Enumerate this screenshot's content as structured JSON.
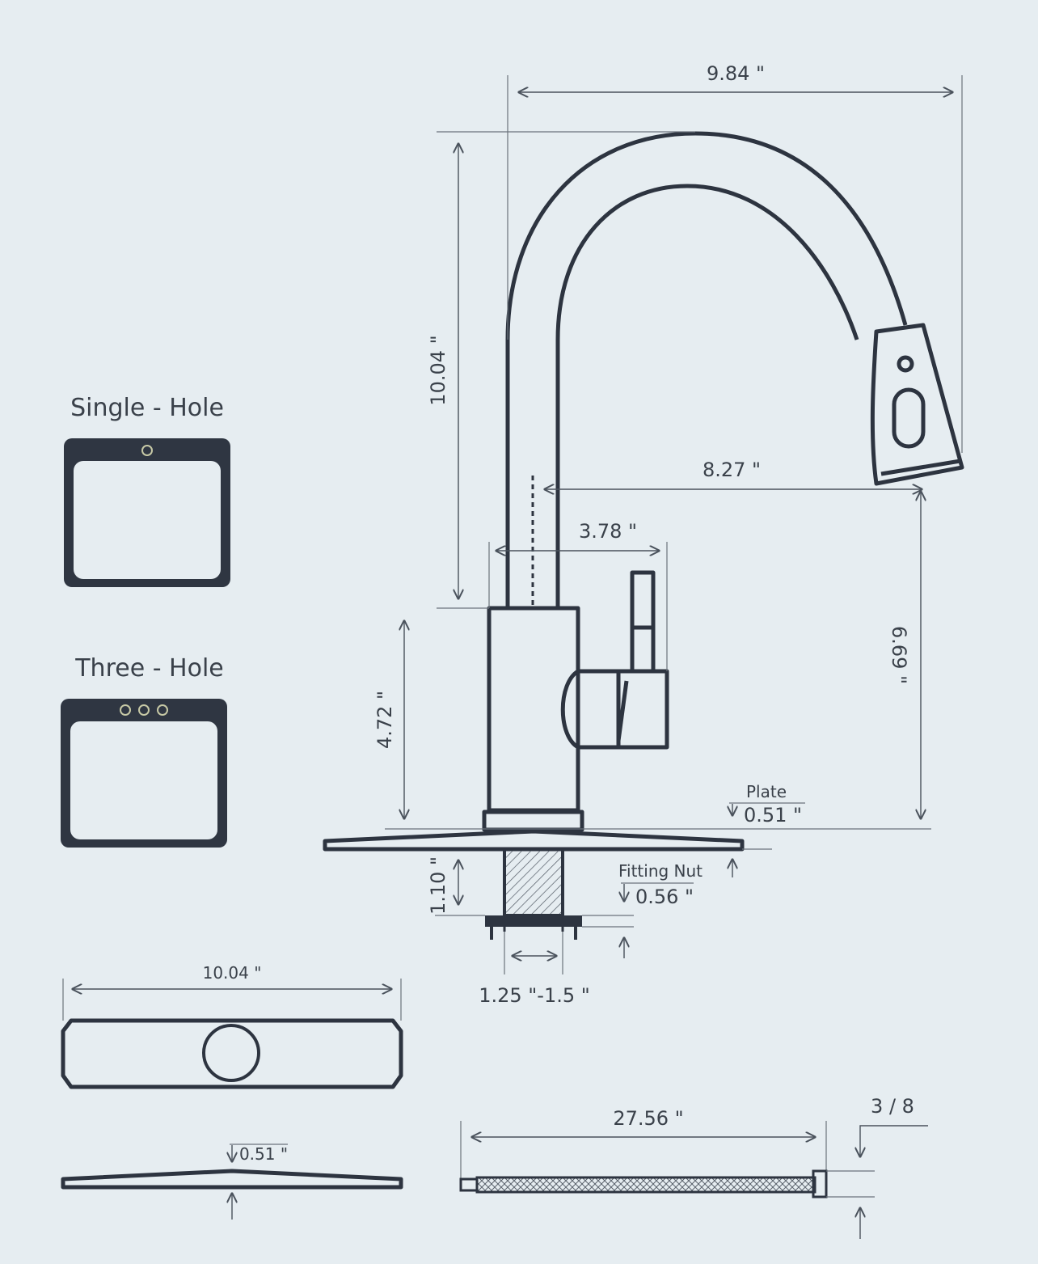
{
  "labels": {
    "single_hole": "Single - Hole",
    "three_hole": "Three - Hole",
    "plate": "Plate",
    "fitting_nut": "Fitting Nut"
  },
  "dimensions": {
    "spout_reach_total": "9.84 \"",
    "spout_height": "10.04 \"",
    "spout_reach": "8.27 \"",
    "handle_width": "3.78 \"",
    "outlet_height": "6.69 \"",
    "base_height": "4.72 \"",
    "plate_thickness": "0.51 \"",
    "fitting_nut_length": "1.10 \"",
    "fitting_nut_size": "0.56 \"",
    "hole_diameter": "1.25 \"-1.5 \"",
    "deck_plate_length": "10.04 \"",
    "deck_plate_thickness": "0.51 \"",
    "hose_length": "27.56 \"",
    "hose_thread": "3 / 8"
  },
  "colors": {
    "background": "#e6edf1",
    "ink": "#2d3440",
    "text": "#3a414a"
  }
}
